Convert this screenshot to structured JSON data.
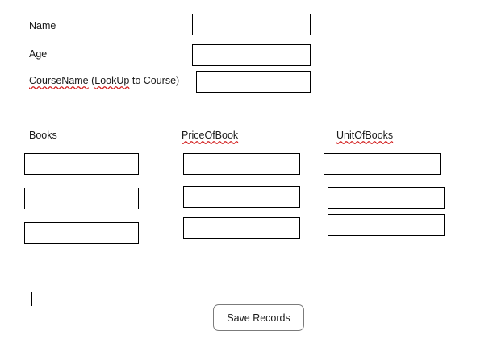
{
  "colors": {
    "background": "#ffffff",
    "box_border": "#000000",
    "text": "#1a1a1a",
    "spellcheck_underline": "#d21f1f",
    "button_border": "#7b7b7b"
  },
  "form": {
    "fields": [
      {
        "label": "Name",
        "value": "",
        "placeholder": ""
      },
      {
        "label": "Age",
        "value": "",
        "placeholder": ""
      },
      {
        "label_part1": "CourseName",
        "label_part2": " (",
        "label_part3": "LookUp",
        "label_part4": " to Course)",
        "value": "",
        "placeholder": ""
      }
    ],
    "columns": [
      {
        "header": "Books",
        "misspelled": false,
        "inputs": [
          {
            "value": "",
            "placeholder": ""
          },
          {
            "value": "",
            "placeholder": ""
          },
          {
            "value": "",
            "placeholder": ""
          }
        ]
      },
      {
        "header": "PriceOfBook",
        "misspelled": true,
        "inputs": [
          {
            "value": "",
            "placeholder": ""
          },
          {
            "value": "",
            "placeholder": ""
          },
          {
            "value": "",
            "placeholder": ""
          }
        ]
      },
      {
        "header": "UnitOfBooks",
        "misspelled": true,
        "inputs": [
          {
            "value": "",
            "placeholder": ""
          },
          {
            "value": "",
            "placeholder": ""
          },
          {
            "value": "",
            "placeholder": ""
          }
        ]
      }
    ],
    "save_button_label": "Save Records"
  }
}
